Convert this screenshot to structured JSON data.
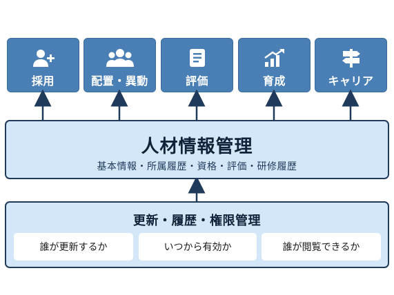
{
  "modules": [
    {
      "label": "採用",
      "icon": "add-person-icon"
    },
    {
      "label": "配置・異動",
      "icon": "group-icon"
    },
    {
      "label": "評価",
      "icon": "document-icon"
    },
    {
      "label": "育成",
      "icon": "growth-chart-icon"
    },
    {
      "label": "キャリア",
      "icon": "signpost-icon"
    }
  ],
  "core": {
    "title": "人材情報管理",
    "subtitle": "基本情報・所属履歴・資格・評価・研修履歴"
  },
  "foundation": {
    "title": "更新・履歴・権限管理",
    "items": [
      "誰が更新するか",
      "いつから有効か",
      "誰が閲覧できるか"
    ]
  },
  "colors": {
    "tile": "#4a7fb5",
    "box": "#d4e7f8",
    "border": "#1f3a5a"
  }
}
